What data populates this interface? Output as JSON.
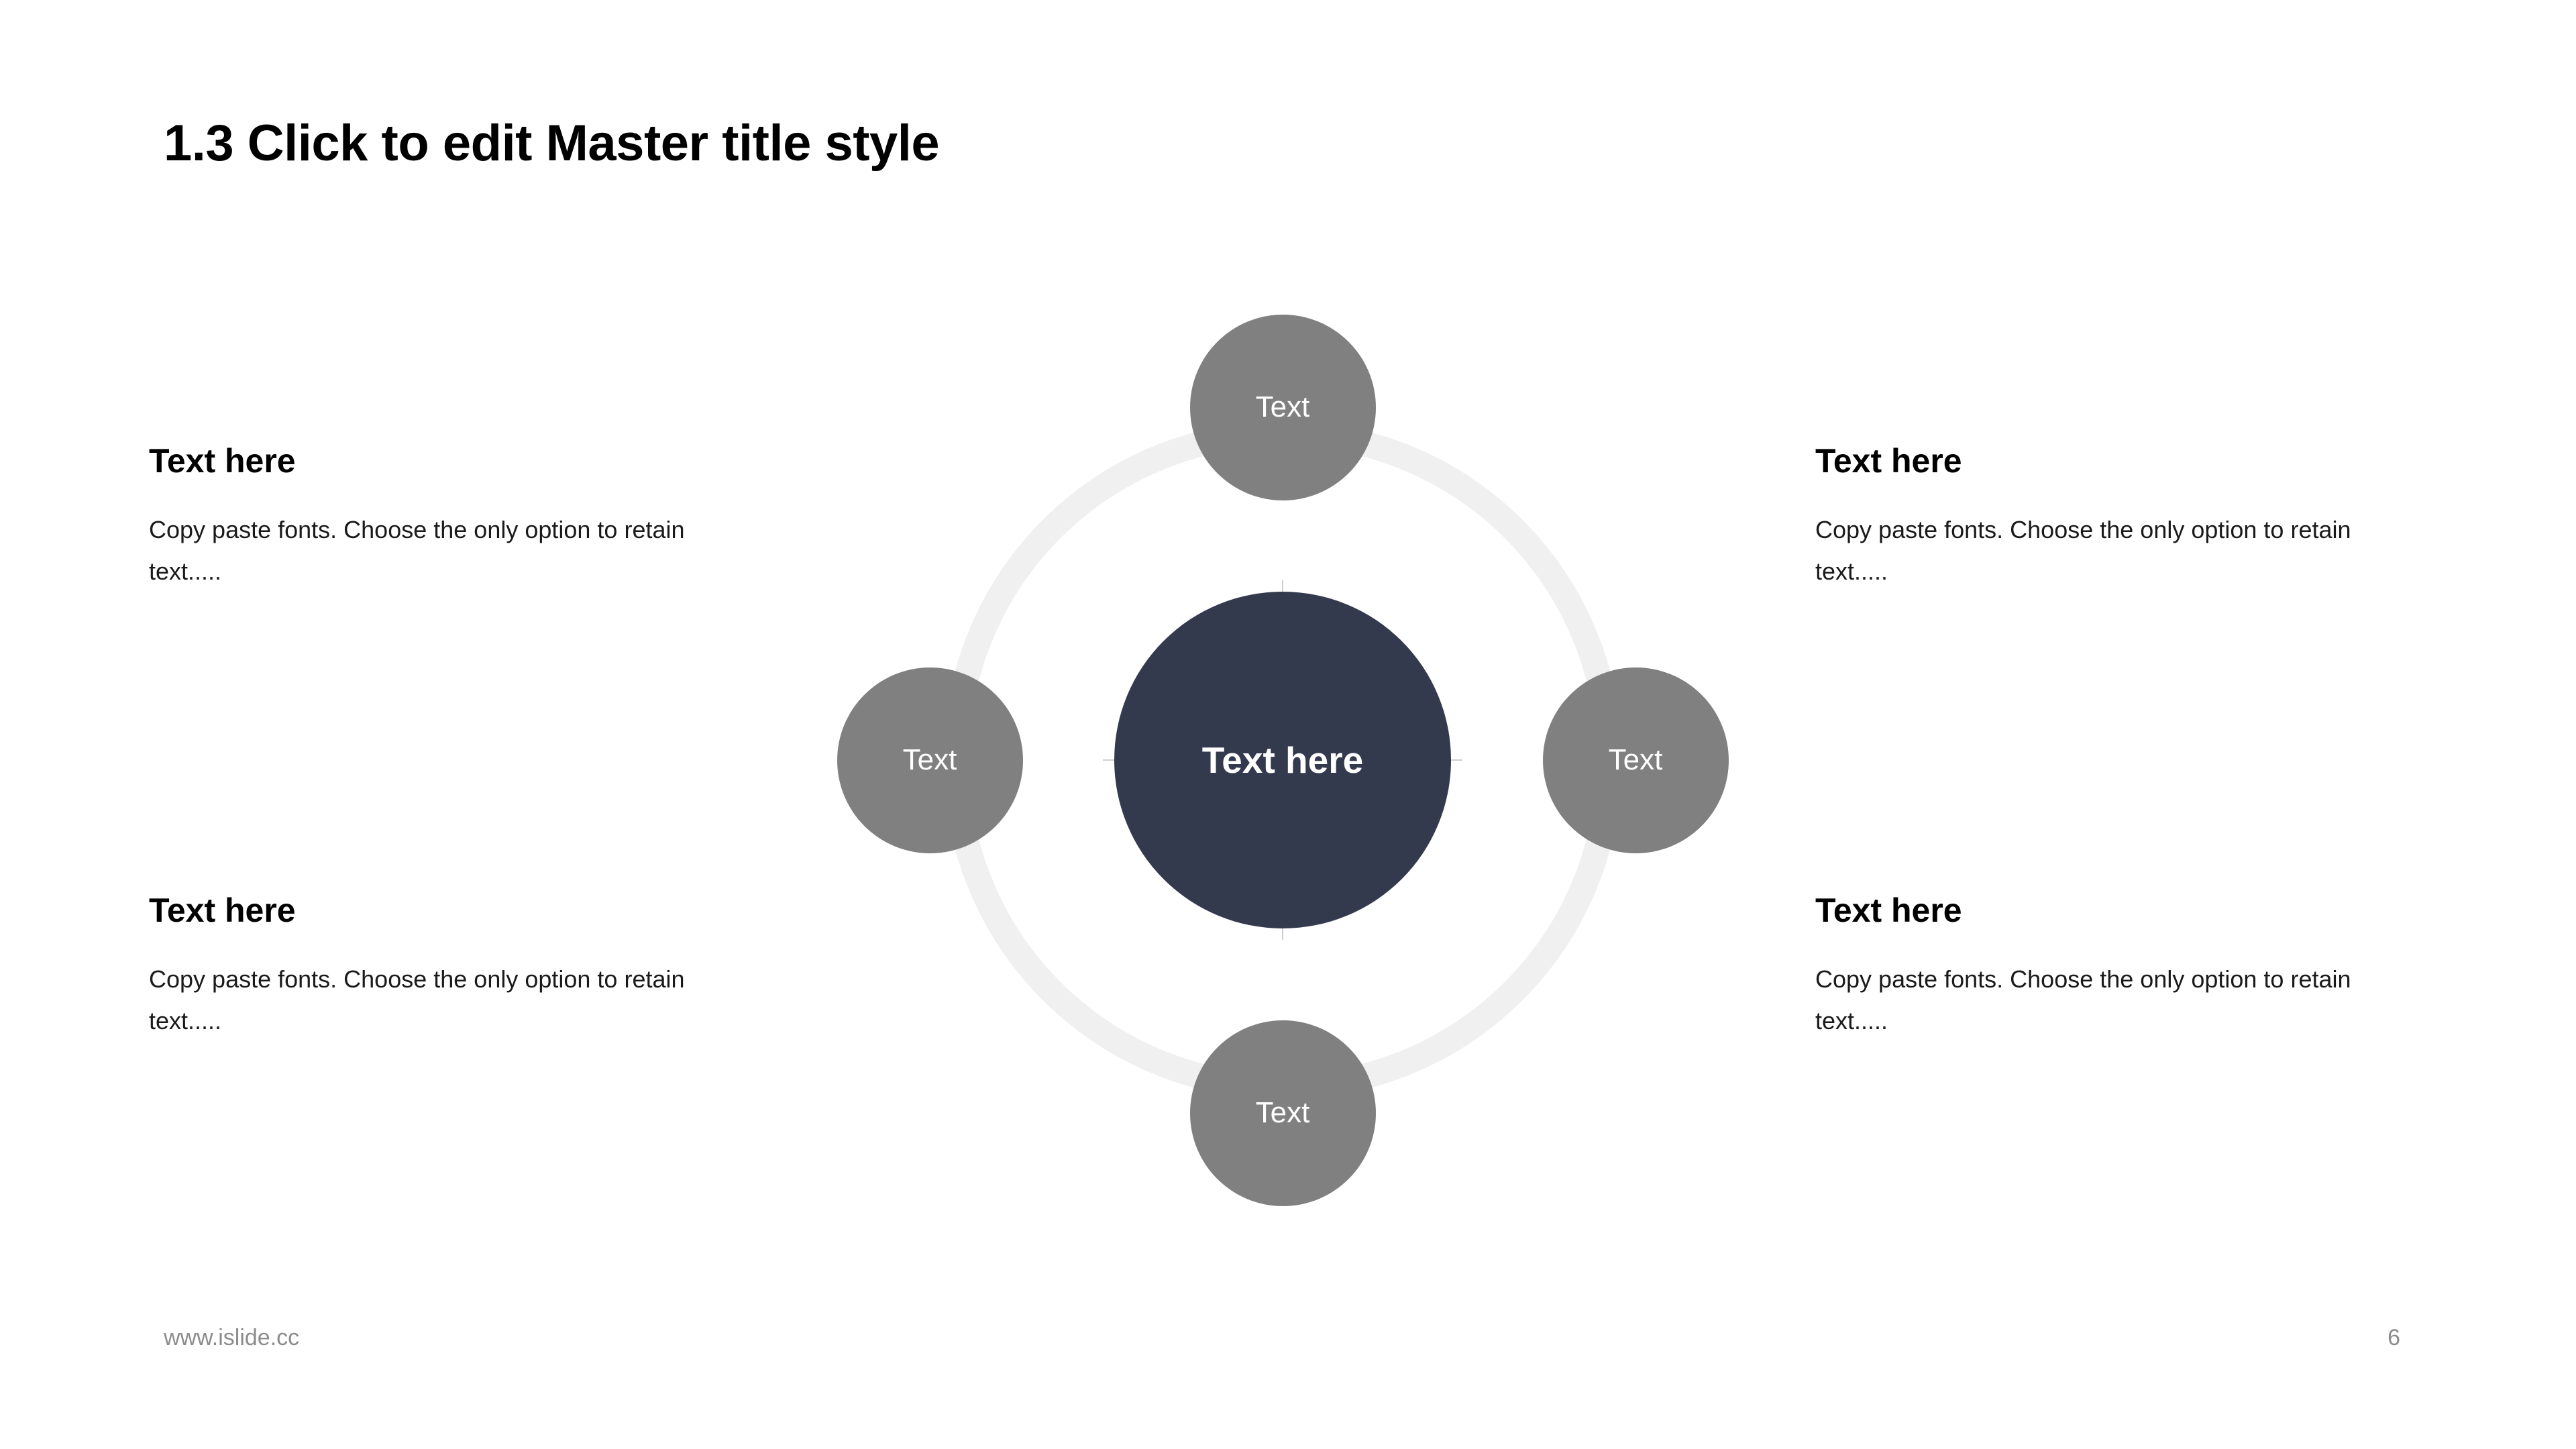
{
  "slide": {
    "title": "1.3 Click to edit Master title style",
    "background_color": "#ffffff"
  },
  "colors": {
    "center_node": "#333a4d",
    "satellite_node": "#808080",
    "ring": "#f0f0f0",
    "connector": "#cfcfcf",
    "title_text": "#000000",
    "body_text": "#1a1a1a",
    "footer_text": "#8c8c8c",
    "node_label_text": "#ffffff"
  },
  "text_blocks": [
    {
      "position": "top-left",
      "heading": "Text here",
      "body": "Copy paste fonts. Choose the only option to retain text....."
    },
    {
      "position": "top-right",
      "heading": "Text here",
      "body": "Copy paste fonts. Choose the only option to retain text....."
    },
    {
      "position": "bottom-left",
      "heading": "Text here",
      "body": "Copy paste fonts. Choose the only option to retain text....."
    },
    {
      "position": "bottom-right",
      "heading": "Text here",
      "body": "Copy paste fonts. Choose the only option to retain text....."
    }
  ],
  "diagram": {
    "type": "hub-and-spoke",
    "center": {
      "label": "Text here"
    },
    "satellites": [
      {
        "position": "top",
        "label": "Text"
      },
      {
        "position": "right",
        "label": "Text"
      },
      {
        "position": "bottom",
        "label": "Text"
      },
      {
        "position": "left",
        "label": "Text"
      }
    ],
    "ring": {
      "visible": true
    },
    "connectors": {
      "count": 4,
      "visible": true
    }
  },
  "footer": {
    "url": "www.islide.cc",
    "page_number": "6"
  }
}
